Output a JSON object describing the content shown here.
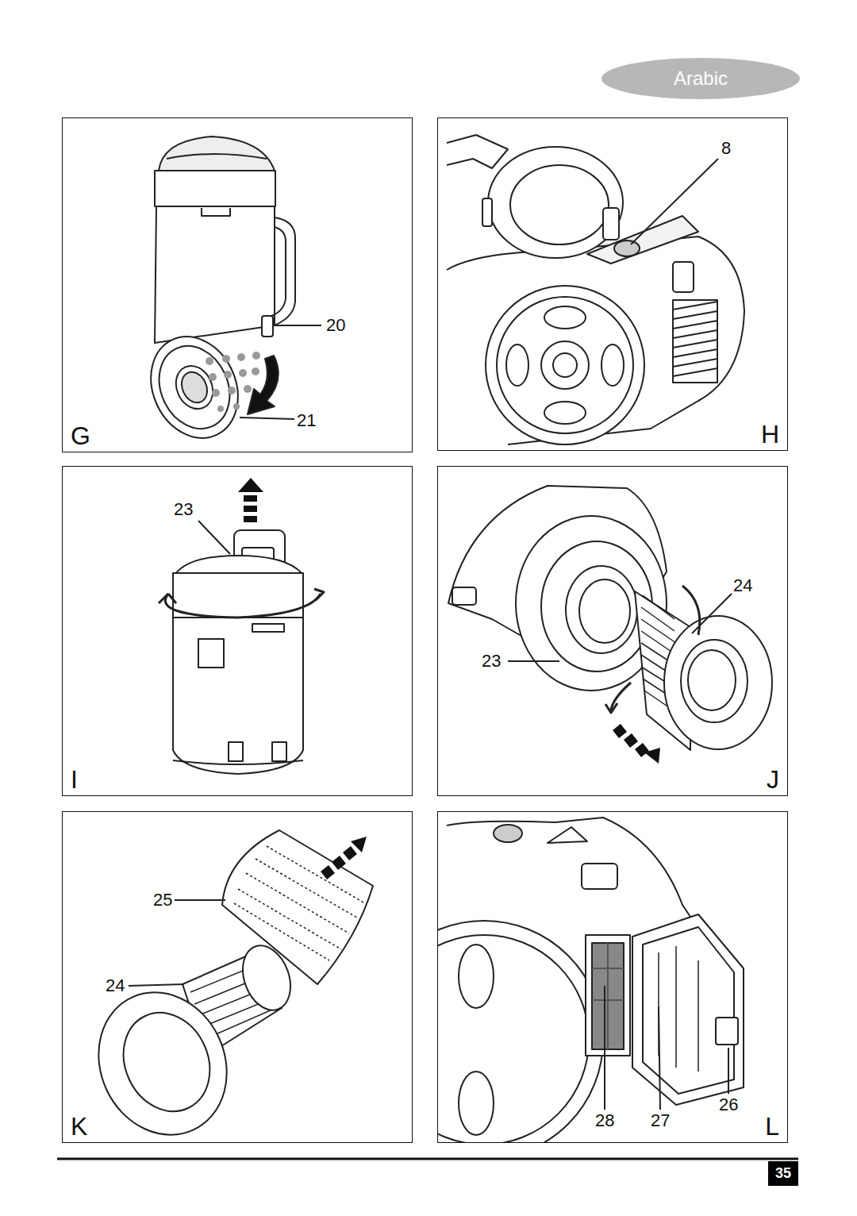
{
  "diagram": {
    "nodes": [
      {
        "text": [
          "Arabic"
        ]
      },
      {
        "text": [
          "G"
        ]
      },
      {
        "text": [
          "H"
        ]
      },
      {
        "text": [
          "I"
        ]
      },
      {
        "text": [
          "J"
        ]
      },
      {
        "text": [
          "K"
        ]
      },
      {
        "text": [
          "L"
        ]
      },
      {
        "text": [
          "35"
        ]
      }
    ],
    "labels": [
      "20",
      "21",
      "8",
      "23",
      "24",
      "23",
      "25",
      "24",
      "28",
      "27",
      "26"
    ]
  }
}
